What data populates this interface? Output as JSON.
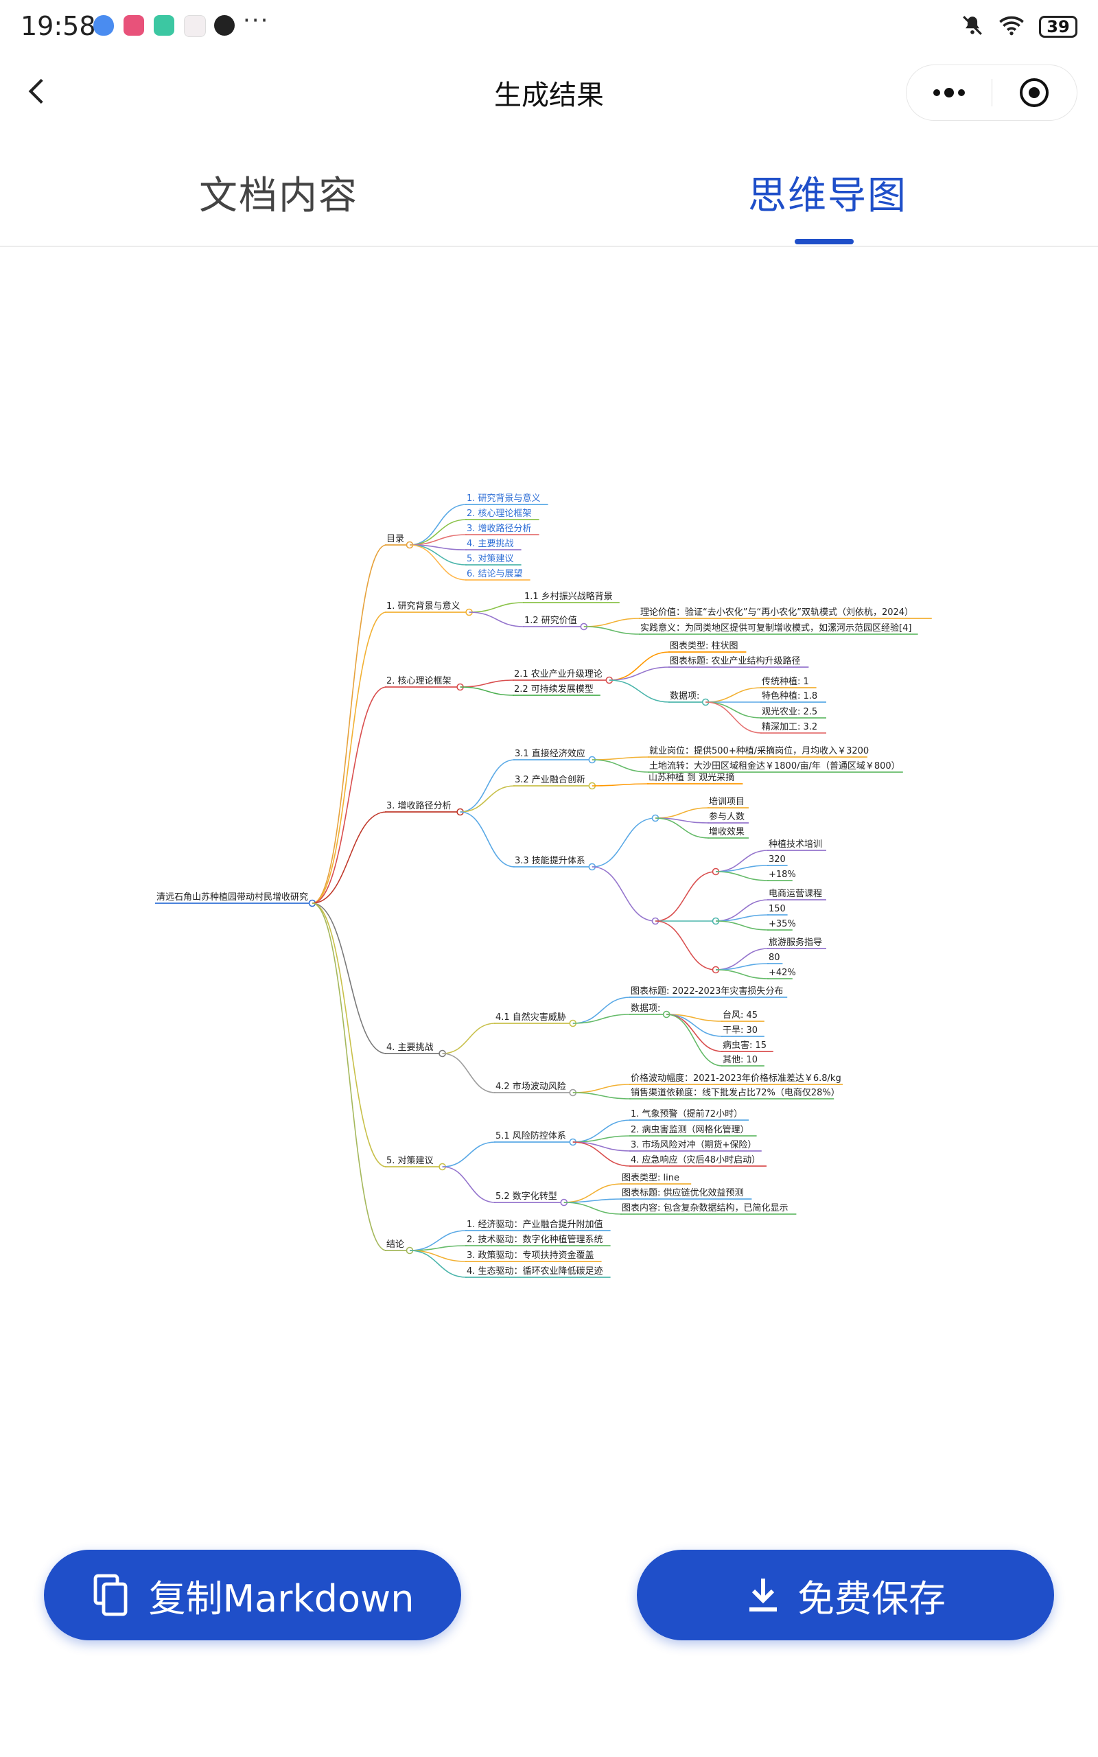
{
  "status": {
    "time": "19:58",
    "battery": "39"
  },
  "nav": {
    "title": "生成结果"
  },
  "tabs": [
    {
      "label": "文档内容"
    },
    {
      "label": "思维导图"
    }
  ],
  "mindmap": {
    "root": "清远石角山苏种植园带动村民增收研究",
    "branches": [
      {
        "label": "目录",
        "children": [
          {
            "label": "1. 研究背景与意义"
          },
          {
            "label": "2. 核心理论框架"
          },
          {
            "label": "3. 增收路径分析"
          },
          {
            "label": "4. 主要挑战"
          },
          {
            "label": "5. 对策建议"
          },
          {
            "label": "6. 结论与展望"
          }
        ]
      },
      {
        "label": "1. 研究背景与意义",
        "children": [
          {
            "label": "1.1 乡村振兴战略背景"
          },
          {
            "label": "1.2 研究价值",
            "children": [
              {
                "label": "理论价值：验证“去小农化”与“再小农化”双轨模式（刘依杭，2024）"
              },
              {
                "label": "实践意义：为同类地区提供可复制增收模式，如漯河示范园区经验[4]"
              }
            ]
          }
        ]
      },
      {
        "label": "2. 核心理论框架",
        "children": [
          {
            "label": "2.1 农业产业升级理论",
            "children": [
              {
                "label": "图表类型: 柱状图"
              },
              {
                "label": "图表标题: 农业产业结构升级路径"
              },
              {
                "label": "数据项:",
                "children": [
                  {
                    "label": "传统种植: 1"
                  },
                  {
                    "label": "特色种植: 1.8"
                  },
                  {
                    "label": "观光农业: 2.5"
                  },
                  {
                    "label": "精深加工: 3.2"
                  }
                ]
              }
            ]
          },
          {
            "label": "2.2 可持续发展模型"
          }
        ]
      },
      {
        "label": "3. 增收路径分析",
        "children": [
          {
            "label": "3.1 直接经济效应",
            "children": [
              {
                "label": "就业岗位：提供500+种植/采摘岗位，月均收入￥3200"
              },
              {
                "label": "土地流转：大沙田区域租金达￥1800/亩/年（普通区域￥800）"
              }
            ]
          },
          {
            "label": "3.2 产业融合创新",
            "children": [
              {
                "label": "山苏种植 到 观光采摘"
              }
            ]
          },
          {
            "label": "3.3 技能提升体系",
            "children": [
              {
                "label": "",
                "children": [
                  {
                    "label": "培训项目"
                  },
                  {
                    "label": "参与人数"
                  },
                  {
                    "label": "增收效果"
                  }
                ]
              },
              {
                "label": "",
                "children": [
                  {
                    "label": "",
                    "children": [
                      {
                        "label": "种植技术培训"
                      },
                      {
                        "label": "320"
                      },
                      {
                        "label": "+18%"
                      }
                    ]
                  },
                  {
                    "label": "",
                    "children": [
                      {
                        "label": "电商运营课程"
                      },
                      {
                        "label": "150"
                      },
                      {
                        "label": "+35%"
                      }
                    ]
                  },
                  {
                    "label": "",
                    "children": [
                      {
                        "label": "旅游服务指导"
                      },
                      {
                        "label": "80"
                      },
                      {
                        "label": "+42%"
                      }
                    ]
                  }
                ]
              }
            ]
          }
        ]
      },
      {
        "label": "4. 主要挑战",
        "children": [
          {
            "label": "4.1 自然灾害威胁",
            "children": [
              {
                "label": "图表标题: 2022-2023年灾害损失分布"
              },
              {
                "label": "数据项:",
                "children": [
                  {
                    "label": "台风: 45"
                  },
                  {
                    "label": "干旱: 30"
                  },
                  {
                    "label": "病虫害: 15"
                  },
                  {
                    "label": "其他: 10"
                  }
                ]
              }
            ]
          },
          {
            "label": "4.2 市场波动风险",
            "children": [
              {
                "label": "价格波动幅度：2021-2023年价格标准差达￥6.8/kg"
              },
              {
                "label": "销售渠道依赖度：线下批发占比72%（电商仅28%）"
              }
            ]
          }
        ]
      },
      {
        "label": "5. 对策建议",
        "children": [
          {
            "label": "5.1 风险防控体系",
            "children": [
              {
                "label": "1. 气象预警（提前72小时）"
              },
              {
                "label": "2. 病虫害监测（网格化管理）"
              },
              {
                "label": "3. 市场风险对冲（期货+保险）"
              },
              {
                "label": "4. 应急响应（灾后48小时启动）"
              }
            ]
          },
          {
            "label": "5.2 数字化转型",
            "children": [
              {
                "label": "图表类型: line"
              },
              {
                "label": "图表标题: 供应链优化效益预测"
              },
              {
                "label": "图表内容: 包含复杂数据结构，已简化显示"
              }
            ]
          }
        ]
      },
      {
        "label": "结论",
        "children": [
          {
            "label": "1. 经济驱动：产业融合提升附加值"
          },
          {
            "label": "2. 技术驱动：数字化种植管理系统"
          },
          {
            "label": "3. 政策驱动：专项扶持资金覆盖"
          },
          {
            "label": "4. 生态驱动：循环农业降低碳足迹"
          }
        ]
      }
    ]
  },
  "buttons": {
    "copy": "复制Markdown",
    "save": "免费保存"
  }
}
